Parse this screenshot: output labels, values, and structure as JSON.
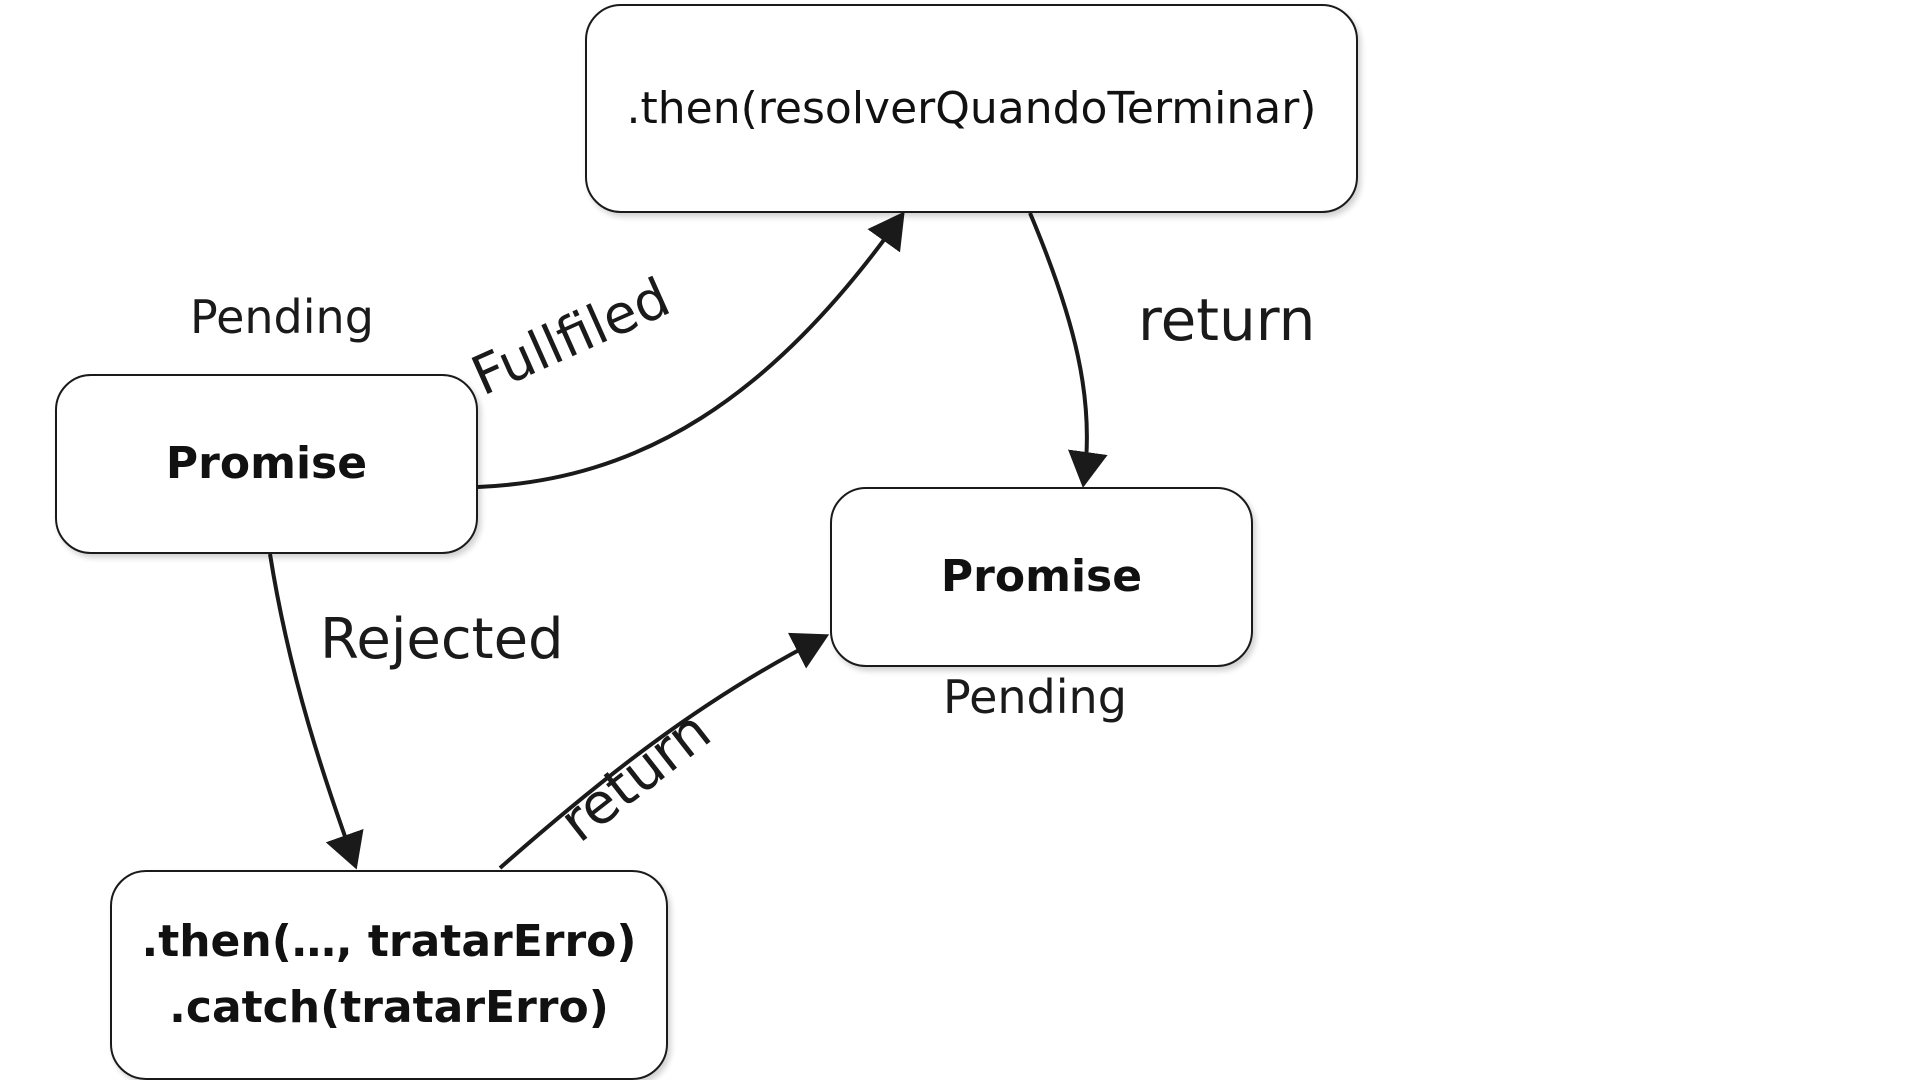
{
  "nodes": {
    "then_resolver": ".then(resolverQuandoTerminar)",
    "promise_left": "Promise",
    "promise_right": "Promise",
    "error_line1": ".then(…, tratarErro)",
    "error_line2": ".catch(tratarErro)"
  },
  "labels": {
    "pending_top": "Pending",
    "pending_bottom": "Pending",
    "fullfiled": "Fullfiled",
    "rejected": "Rejected",
    "return_top": "return",
    "return_bottom": "return"
  },
  "edges": [
    {
      "from": "Promise",
      "to": ".then(resolverQuandoTerminar)",
      "label": "Fullfiled"
    },
    {
      "from": ".then(resolverQuandoTerminar)",
      "to": "Promise",
      "label": "return"
    },
    {
      "from": "Promise",
      "to": ".then(…, tratarErro)",
      "label": "Rejected"
    },
    {
      "from": ".then(…, tratarErro)",
      "to": "Promise",
      "label": "return"
    }
  ],
  "colors": {
    "stroke": "#1a1a1a",
    "background": "#ffffff"
  }
}
